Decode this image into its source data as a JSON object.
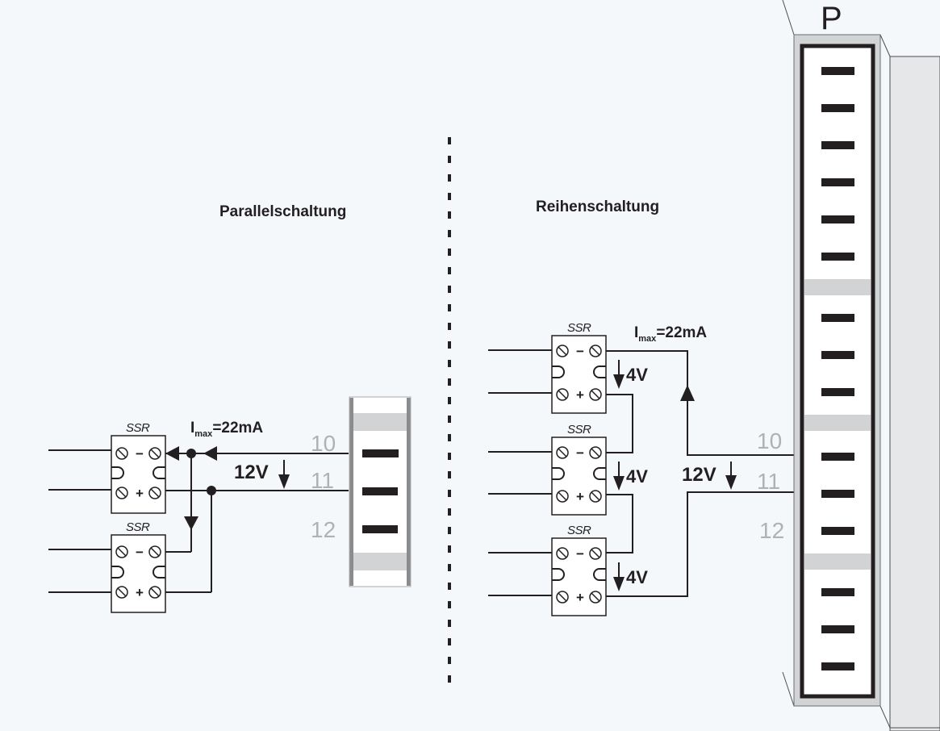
{
  "headings": {
    "parallel": "Parallelschaltung",
    "series": "Reihenschaltung"
  },
  "connector_label": "P",
  "ssr_label": "SSR",
  "terminal_symbols": {
    "minus": "−",
    "plus": "+"
  },
  "parallel": {
    "current_label_main": "I",
    "current_label_sub": "max",
    "current_label_value": "=22mA",
    "voltage_label": "12V",
    "ssr_count": 2,
    "pins": [
      "10",
      "11",
      "12"
    ]
  },
  "series": {
    "current_label_main": "I",
    "current_label_sub": "max",
    "current_label_value": "=22mA",
    "voltage_label": "12V",
    "ssr_voltage_labels": [
      "4V",
      "4V",
      "4V"
    ],
    "ssr_count": 3,
    "pins": [
      "10",
      "11",
      "12"
    ]
  },
  "colors": {
    "background": "#f4f8fb",
    "ink": "#231f20",
    "pin_number": "#b1b1b1",
    "connector_frame": "#d2d3d5",
    "panel": "#e6e7e9"
  }
}
